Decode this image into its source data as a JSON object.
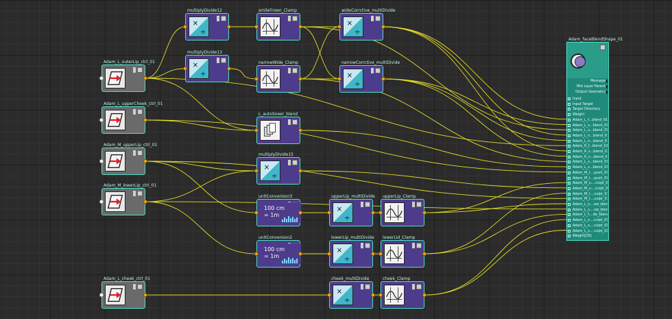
{
  "canvas": {
    "background": "#2b2b2b",
    "wire_color": "#e6de28",
    "accent": "#4ee0c8"
  },
  "nodes": {
    "outerLip": {
      "label": "Adam_L_outerLip_ctrl_01",
      "icon": "transform-arrow-icon"
    },
    "upperCheek": {
      "label": "Adam_L_upperCheek_ctrl_01",
      "icon": "transform-arrow-icon"
    },
    "upperLip": {
      "label": "Adam_M_upperLip_ctrl_01",
      "icon": "transform-arrow-icon"
    },
    "lowerLip": {
      "label": "Adam_M_lowerLip_ctrl_01",
      "icon": "transform-arrow-icon"
    },
    "cheek": {
      "label": "Adam_L_cheek_ctrl_01",
      "icon": "transform-arrow-icon"
    },
    "md12": {
      "label": "multiplyDivide12",
      "icon": "multiply-divide-icon"
    },
    "md13": {
      "label": "multiplyDivide13",
      "icon": "multiply-divide-icon"
    },
    "smileFrown": {
      "label": "smileFrown_Clamp",
      "icon": "clamp-icon"
    },
    "narrowWide": {
      "label": "narrowWide_Clamp",
      "icon": "clamp-icon"
    },
    "wideCorr": {
      "label": "wideCorrctive_multiDivide",
      "icon": "multiply-divide-icon"
    },
    "narrowCorr": {
      "label": "narrowCorrctive_multiDivide",
      "icon": "multiply-divide-icon"
    },
    "sneer": {
      "label": "L_autoSneer_blend",
      "icon": "blend-icon"
    },
    "md15": {
      "label": "multiplyDivide15",
      "icon": "multiply-divide-icon"
    },
    "uc3": {
      "label": "unitConversion3",
      "value1": "100 cm",
      "value2": "= 1m"
    },
    "uc2": {
      "label": "unitConversion2",
      "value1": "100 cm",
      "value2": "= 1m"
    },
    "upperLipMD": {
      "label": "upperLip_multiDivide",
      "icon": "multiply-divide-icon"
    },
    "upperLipClamp": {
      "label": "upperLip_Clamp",
      "icon": "clamp-icon"
    },
    "lowerLipMD": {
      "label": "lowerLip_multiDivide",
      "icon": "multiply-divide-icon"
    },
    "lowerLipClamp": {
      "label": "lowerLid_Clamp",
      "icon": "clamp-icon"
    },
    "cheekMD": {
      "label": "cheek_multiDivide",
      "icon": "multiply-divide-icon"
    },
    "cheekClamp": {
      "label": "cheek_Clamp",
      "icon": "clamp-icon"
    }
  },
  "blendShape": {
    "title": "Adam_faceBlendShape_01",
    "outputs": [
      "Message",
      "Mid Layer Parent",
      "Output Geometry"
    ],
    "inputs": [
      "Input",
      "Input Target",
      "Target Directory",
      "Weight",
      "Adam_L_f...blend_01",
      "Adam_L_s...blend_01",
      "Adam_L_s...blend_01",
      "Adam_L_n...blend_01",
      "Adam_L_n...blend_01",
      "Adam_R_f...blend_01",
      "Adam_R_s...blend_01",
      "Adam_R_n...blend_01",
      "Adam_L_s...blend_01",
      "Adam_L_s...blend_01",
      "Adam_M_l....push_01",
      "Adam_M_l....push_01",
      "Adam_M_u....culpt_01",
      "Adam_M_u....culpt_01",
      "Adam_M_l....culpt_01",
      "Adam_M_l....culpt_01",
      "Adam_L_s....ow_blend",
      "Adam_L_s....ow_blend",
      "Adam_L_f....de_blend",
      "Adam_L_s....culpt_01",
      "Adam_L_s....culpt_01",
      "Adam_L_s....culpt_01",
      "Weight[29]"
    ]
  }
}
